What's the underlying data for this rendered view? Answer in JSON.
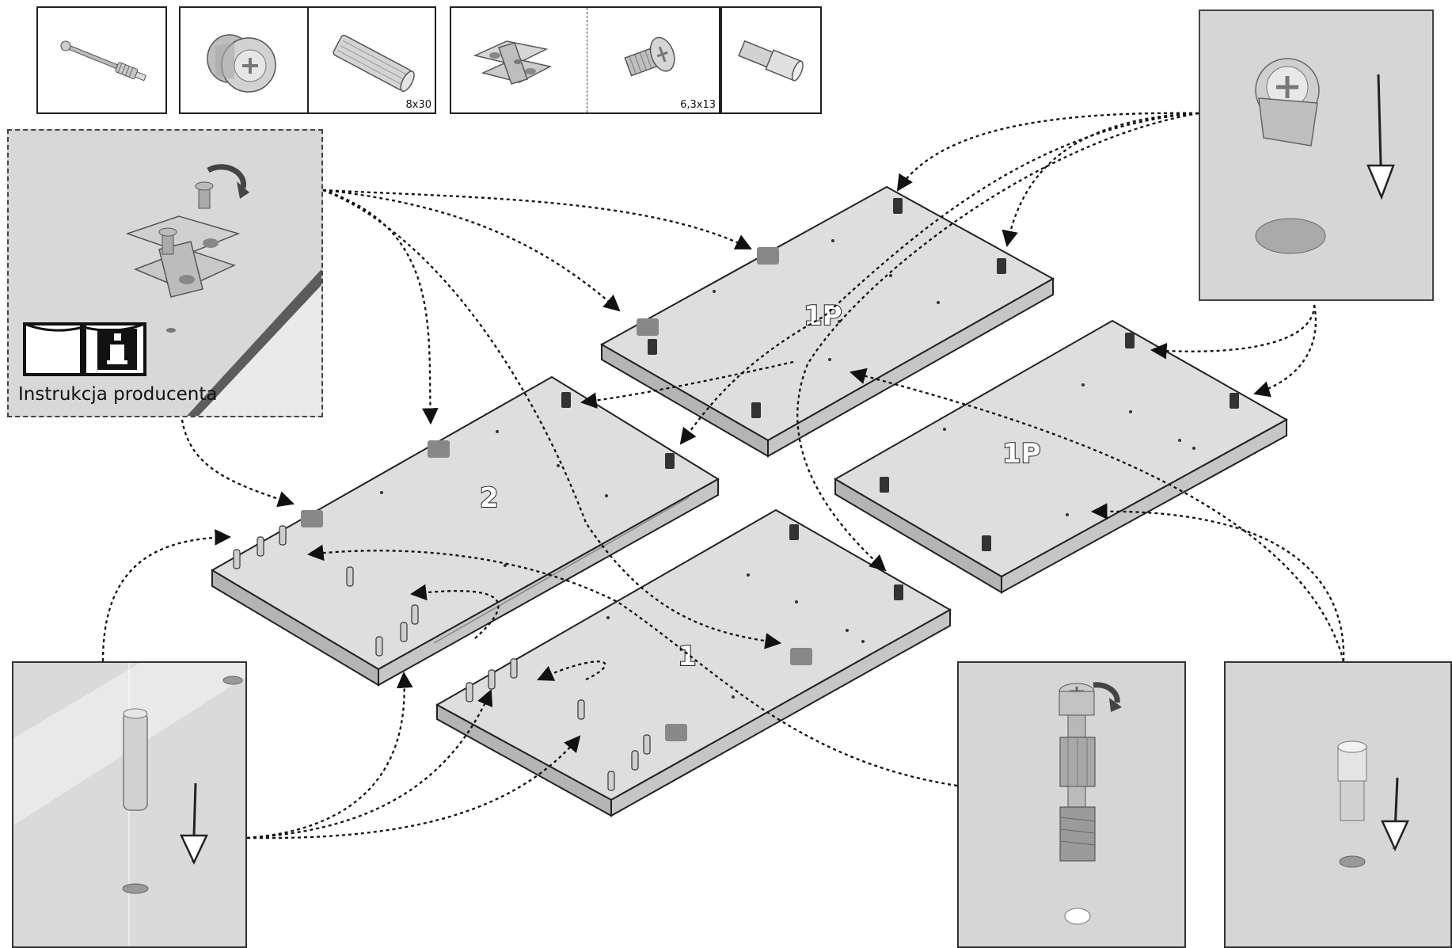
{
  "hardware_strip": {
    "items": [
      {
        "icon": "cam-bolt-icon",
        "size": ""
      },
      {
        "icon": "cam-lock-icon",
        "size": ""
      },
      {
        "icon": "wooden-dowel-icon",
        "size": "8x30"
      },
      {
        "icon": "hinge-plate-icon",
        "size": ""
      },
      {
        "icon": "screw-icon",
        "size": "6,3x13"
      },
      {
        "icon": "shelf-pin-icon",
        "size": ""
      }
    ]
  },
  "manual_reference": {
    "icon": "manual-info-icon",
    "text": "Instrukcja producenta"
  },
  "boards": [
    {
      "id": "board-2",
      "label": "2"
    },
    {
      "id": "board-1p-top",
      "label": "1P"
    },
    {
      "id": "board-1p-right",
      "label": "1P"
    },
    {
      "id": "board-1",
      "label": "1"
    }
  ],
  "colors": {
    "panel_fill": "#d8d8d8",
    "board_top": "#dedede",
    "board_edge": "#b4b4b4",
    "line": "#111111"
  }
}
